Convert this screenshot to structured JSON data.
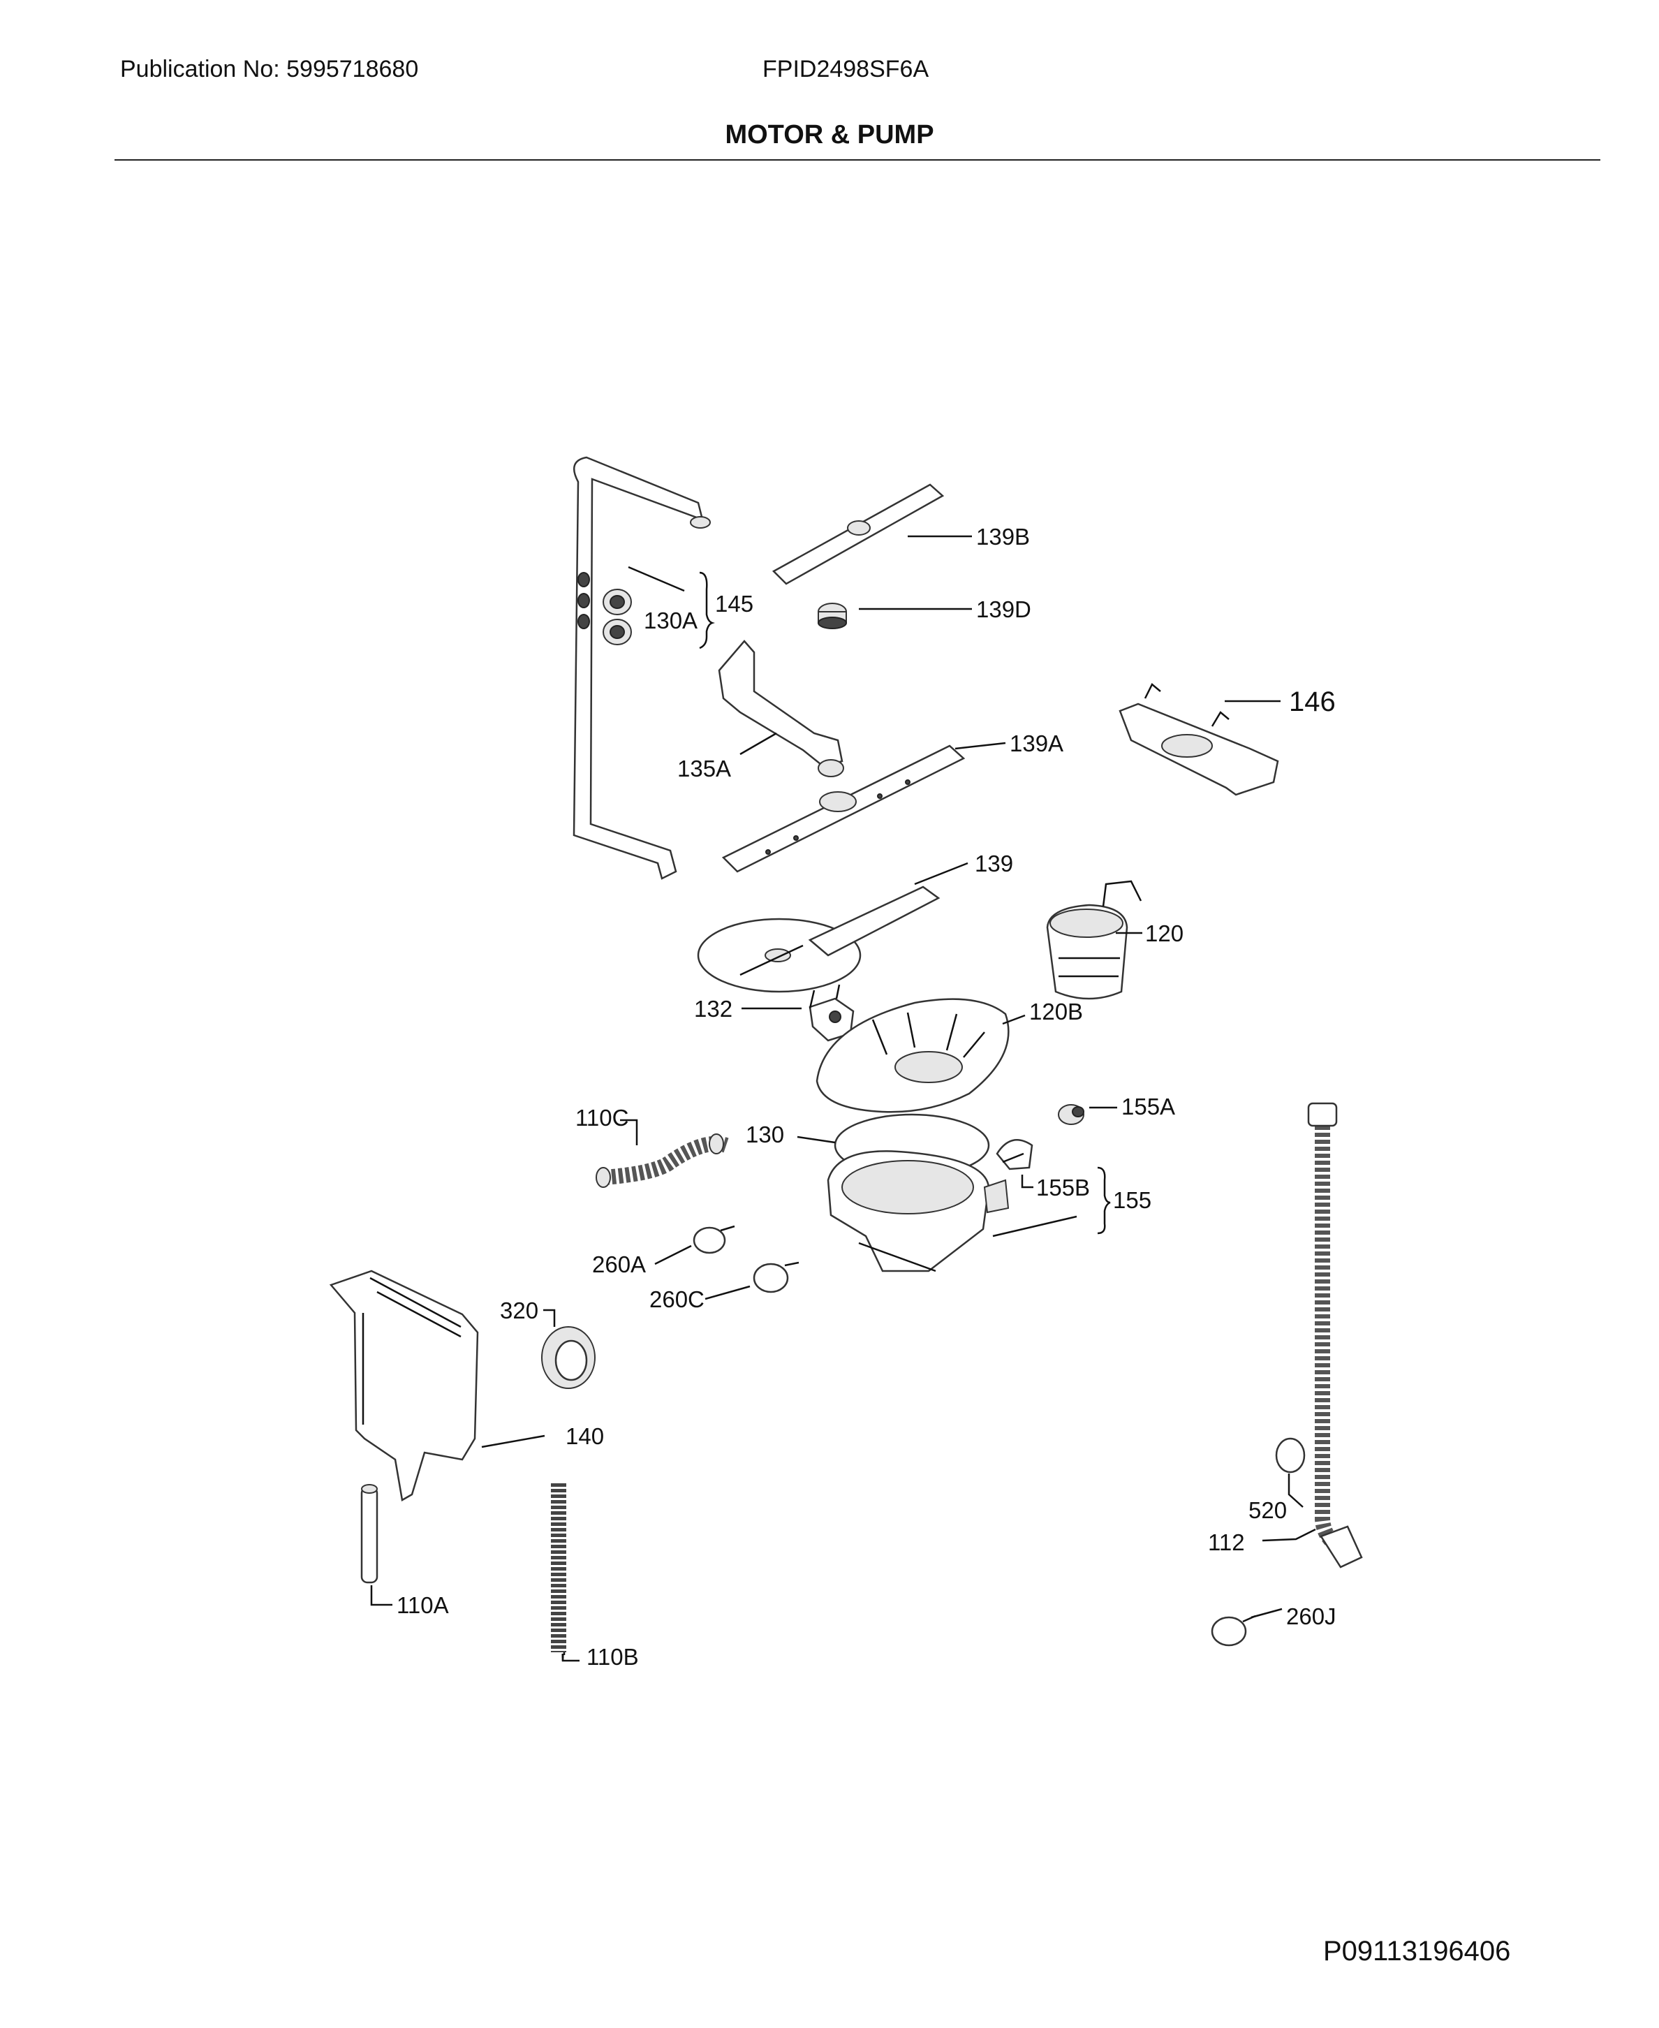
{
  "header": {
    "publication": "Publication No: 5995718680",
    "model": "FPID2498SF6A",
    "title": "MOTOR & PUMP"
  },
  "footer": {
    "code": "P09113196406"
  },
  "callouts": {
    "c139B": "139B",
    "c139D": "139D",
    "c145": "145",
    "c130A": "130A",
    "c146": "146",
    "c135A": "135A",
    "c139A": "139A",
    "c139": "139",
    "c120": "120",
    "c132": "132",
    "c120B": "120B",
    "c110C": "110C",
    "c130": "130",
    "c155A": "155A",
    "c155B": "155B",
    "c155": "155",
    "c260A": "260A",
    "c260C": "260C",
    "c320": "320",
    "c140": "140",
    "c110A": "110A",
    "c110B": "110B",
    "c520": "520",
    "c112": "112",
    "c260J": "260J"
  }
}
